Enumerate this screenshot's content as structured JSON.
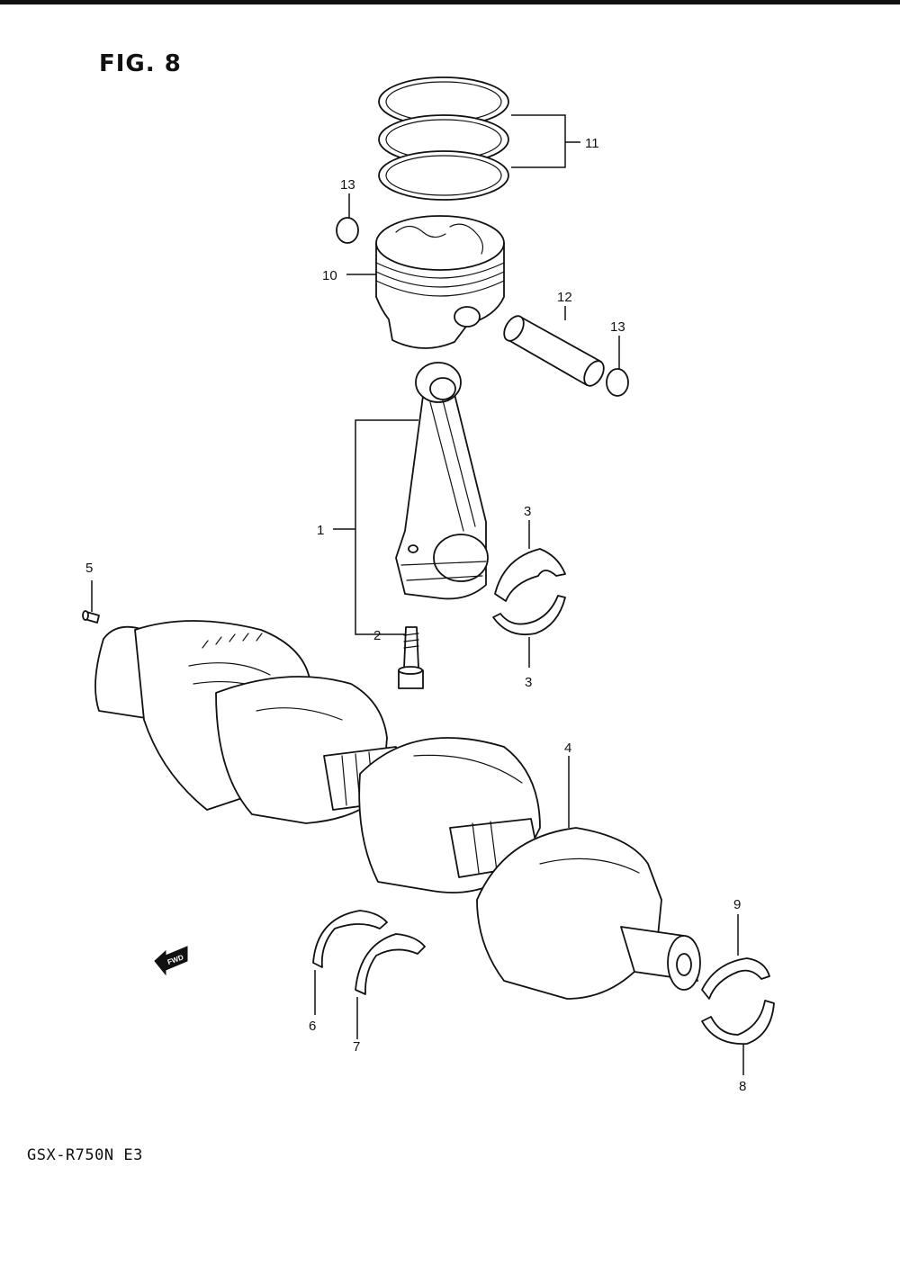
{
  "figure": {
    "title": "FIG. 8",
    "model": "GSX-R750N E3",
    "fwd_label": "FWD"
  },
  "callouts": {
    "c1": "1",
    "c2": "2",
    "c3a": "3",
    "c3b": "3",
    "c4": "4",
    "c5": "5",
    "c6": "6",
    "c7": "7",
    "c8": "8",
    "c9": "9",
    "c10": "10",
    "c11": "11",
    "c12": "12",
    "c13a": "13",
    "c13b": "13"
  }
}
